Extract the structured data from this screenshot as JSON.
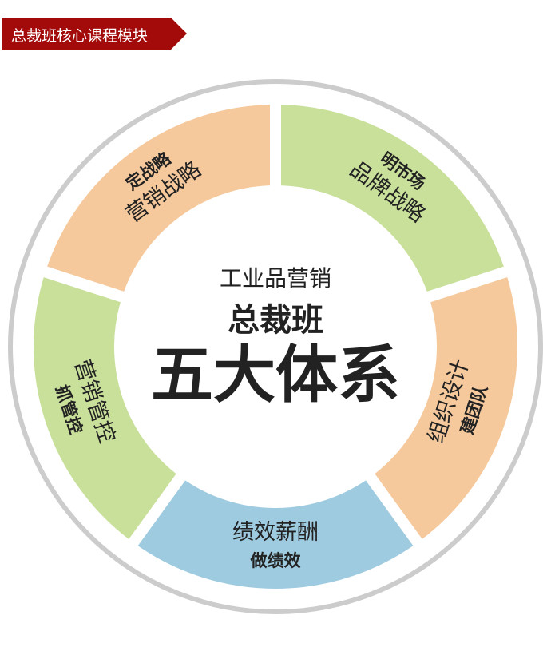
{
  "header": {
    "title": "总裁班核心课程模块"
  },
  "colors": {
    "banner": "#a30b0b",
    "orange": "#f5c99c",
    "green": "#c9e09b",
    "blue": "#9fcbe0",
    "ring": "#cccccc"
  },
  "center": {
    "line1": "工业品营销",
    "line2": "总裁班",
    "line3": "五大体系"
  },
  "segments": [
    {
      "bold": "定战略",
      "normal": "营销战略",
      "color": "orange"
    },
    {
      "bold": "明市场",
      "normal": "品牌战略",
      "color": "green"
    },
    {
      "bold": "建团队",
      "normal": "组织设计",
      "color": "orange"
    },
    {
      "bold": "做绩效",
      "normal": "绩效薪酬",
      "color": "blue"
    },
    {
      "bold": "抓管控",
      "normal": "营销管控",
      "color": "green"
    }
  ]
}
